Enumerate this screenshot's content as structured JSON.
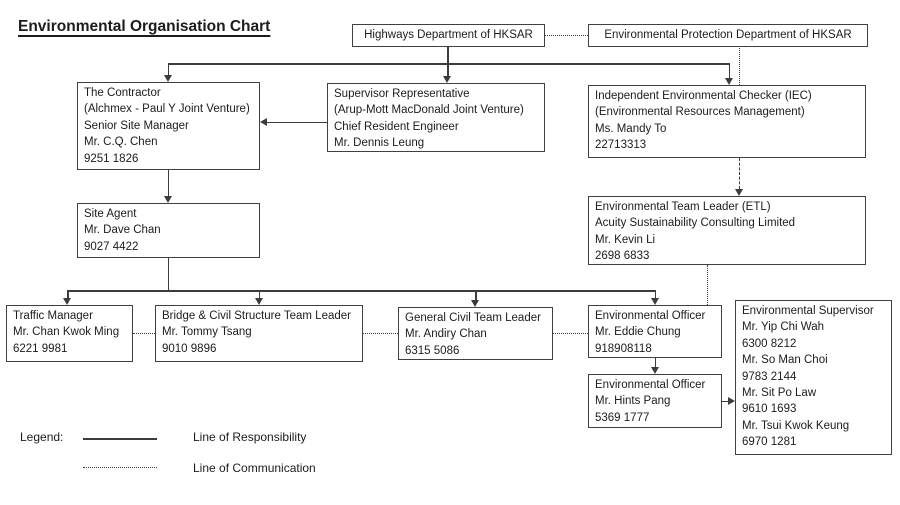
{
  "title": "Environmental Organisation Chart",
  "boxes": {
    "highways": {
      "lines": [
        "Highways Department of HKSAR"
      ]
    },
    "env_protection": {
      "lines": [
        "Environmental Protection Department of HKSAR"
      ]
    },
    "contractor": {
      "lines": [
        "The Contractor",
        "(Alchmex - Paul Y Joint Venture)",
        "Senior Site Manager",
        "Mr. C.Q. Chen",
        "9251 1826"
      ]
    },
    "supervisor_rep": {
      "lines": [
        "Supervisor Representative",
        "(Arup-Mott MacDonald Joint Venture)",
        "Chief Resident Engineer",
        "Mr. Dennis Leung"
      ]
    },
    "iec": {
      "lines": [
        "Independent Environmental Checker (IEC)",
        "(Environmental Resources Management)",
        "Ms. Mandy To",
        "22713313"
      ]
    },
    "site_agent": {
      "lines": [
        "Site Agent",
        "Mr. Dave Chan",
        "9027 4422"
      ]
    },
    "etl": {
      "lines": [
        "Environmental Team Leader (ETL)",
        "Acuity Sustainability Consulting Limited",
        "Mr. Kevin Li",
        "2698 6833"
      ]
    },
    "traffic_manager": {
      "lines": [
        "Traffic Manager",
        "Mr. Chan Kwok Ming",
        "6221 9981"
      ]
    },
    "bridge_leader": {
      "lines": [
        "Bridge & Civil Structure Team Leader",
        "Mr. Tommy Tsang",
        "9010 9896"
      ]
    },
    "general_civil": {
      "lines": [
        "General Civil Team Leader",
        "Mr. Andiry Chan",
        "6315 5086"
      ]
    },
    "env_officer_1": {
      "lines": [
        "Environmental Officer",
        "Mr. Eddie Chung",
        "918908118"
      ]
    },
    "env_officer_2": {
      "lines": [
        "Environmental Officer",
        "Mr. Hints Pang",
        "5369 1777"
      ]
    },
    "env_supervisor": {
      "lines": [
        "Environmental Supervisor",
        "Mr. Yip Chi Wah",
        "6300 8212",
        "Mr. So Man Choi",
        "9783 2144",
        "Mr. Sit Po Law",
        "9610 1693",
        "Mr. Tsui Kwok Keung",
        "6970 1281"
      ]
    }
  },
  "legend": {
    "label": "Legend:",
    "responsibility": "Line of Responsibility",
    "communication": "Line of Communication"
  },
  "colors": {
    "line": "#3c3c3c",
    "border": "#404040",
    "text": "#1c1c1c",
    "background": "#ffffff"
  }
}
